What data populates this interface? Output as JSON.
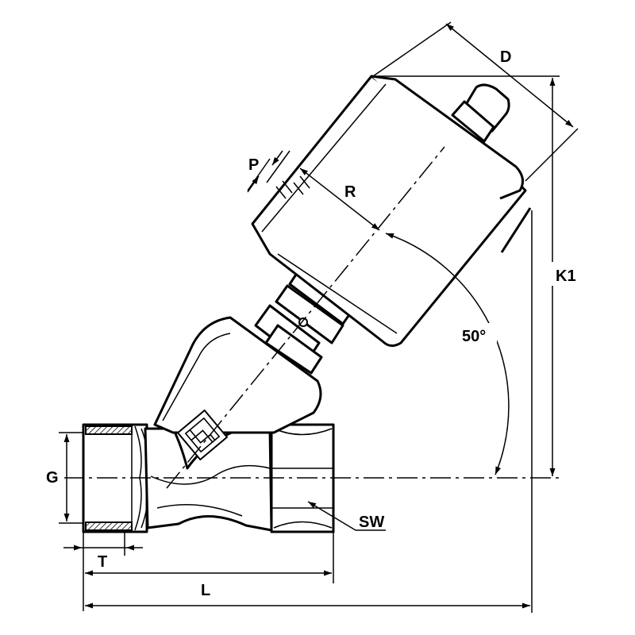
{
  "labels": {
    "D": "D",
    "P": "P",
    "R": "R",
    "angle": "50°",
    "K1": "K1",
    "G": "G",
    "SW": "SW",
    "T": "T",
    "L": "L"
  },
  "colors": {
    "stroke": "#000000",
    "background": "#ffffff"
  }
}
